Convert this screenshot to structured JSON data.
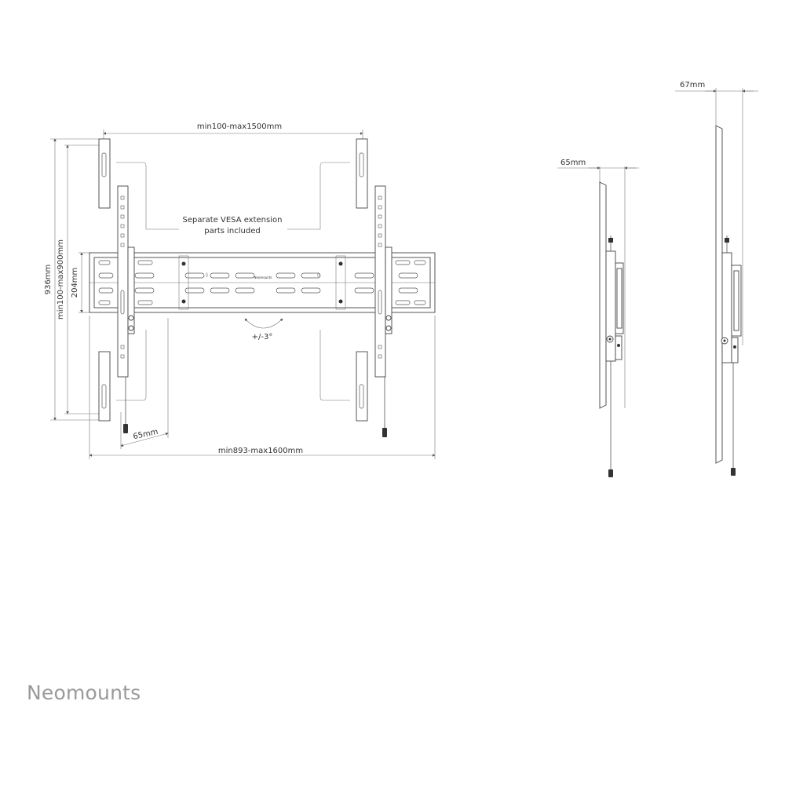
{
  "brand": {
    "name": "Neomounts"
  },
  "front_view": {
    "width_label": "min100-max1500mm",
    "overall_height_label": "936mm",
    "vesa_height_label": "min100-max900mm",
    "rail_height_label": "204mm",
    "extension_note_line1": "Separate VESA extension",
    "extension_note_line2": "parts included",
    "tilt_label": "+/-3°",
    "depth_label": "65mm",
    "rail_width_label": "min893-max1600mm",
    "plate_logo_text": "Neomounts"
  },
  "side_view_1": {
    "depth_label": "65mm"
  },
  "side_view_2": {
    "depth_label": "67mm"
  }
}
